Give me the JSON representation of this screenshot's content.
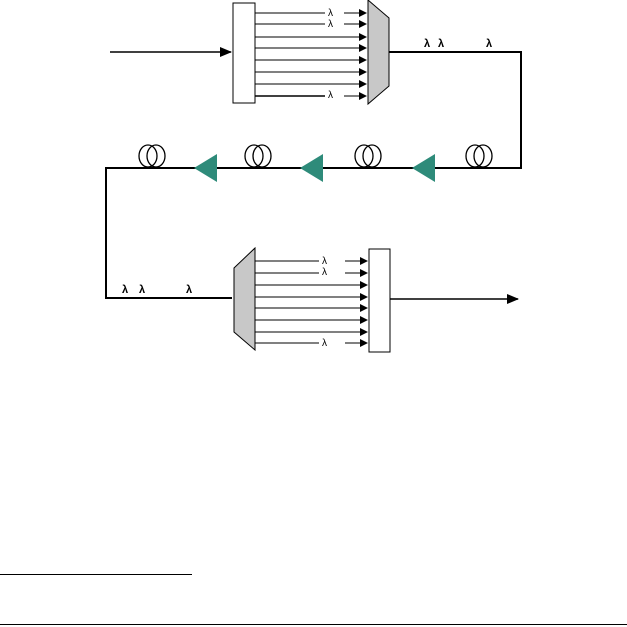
{
  "diagram": {
    "lambda": "λ",
    "colors": {
      "line": "#000000",
      "mux_fill": "#c8c8c8",
      "box_fill": "#ffffff",
      "amplifier": "#2e8b7a"
    },
    "mux_labels": [
      "λ",
      "λ",
      "λ"
    ],
    "bus_top_labels": [
      "λ",
      "λ",
      "λ"
    ],
    "bus_bottom_labels": [
      "λ",
      "λ",
      "λ"
    ],
    "demux_labels": [
      "λ",
      "λ",
      "λ"
    ],
    "amplifier_count": 3,
    "fiber_spool_count": 4,
    "channel_count": 8
  }
}
